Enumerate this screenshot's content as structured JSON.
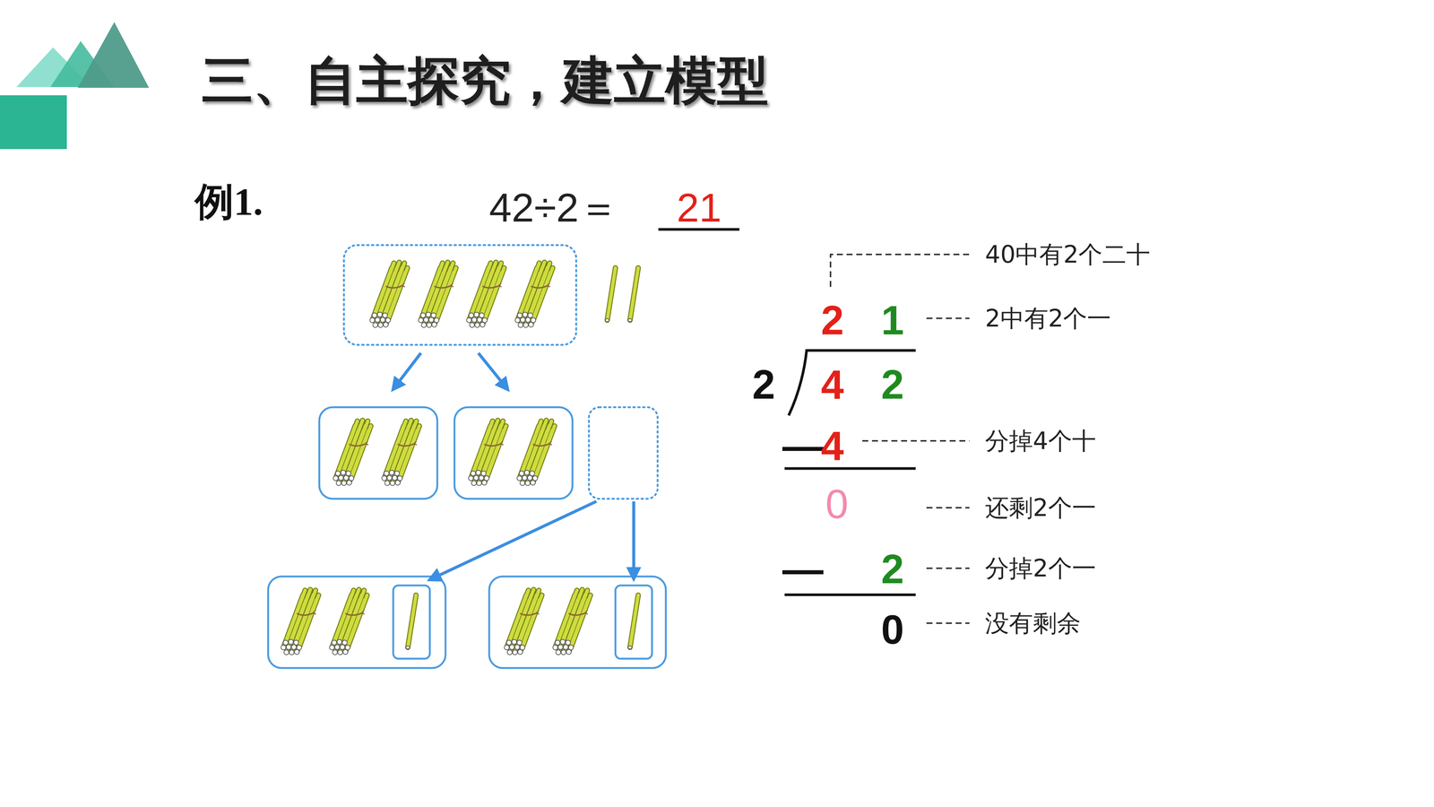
{
  "diagram": {
    "title": "三、自主探究，建立模型",
    "labels": [
      "例1.",
      "42÷2＝",
      "21",
      "40中有2个二十",
      "2",
      "1",
      "2中有2个一",
      "2",
      "4",
      "2",
      "—",
      "4",
      "分掉4个十",
      "0",
      "还剩2个一",
      "—",
      "2",
      "分掉2个一",
      "0",
      "没有剩余"
    ]
  }
}
